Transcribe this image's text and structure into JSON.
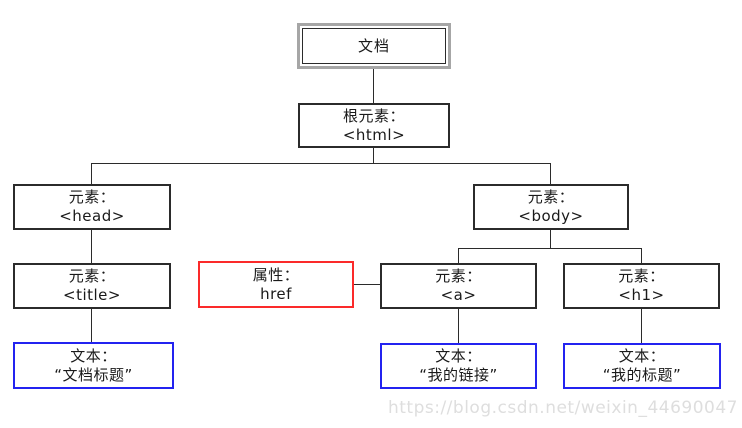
{
  "diagram": {
    "title_hint": "HTML DOM tree",
    "nodes": {
      "document": {
        "line1": "文档"
      },
      "html": {
        "line1": "根元素：",
        "line2": "<html>"
      },
      "head": {
        "line1": "元素：",
        "line2": "<head>"
      },
      "body": {
        "line1": "元素：",
        "line2": "<body>"
      },
      "title": {
        "line1": "元素：",
        "line2": "<title>"
      },
      "href": {
        "line1": "属性：",
        "line2": "href"
      },
      "a": {
        "line1": "元素：",
        "line2": "<a>"
      },
      "h1": {
        "line1": "元素：",
        "line2": "<h1>"
      },
      "text_title": {
        "line1": "文本：",
        "line2": "“文档标题”"
      },
      "text_link": {
        "line1": "文本：",
        "line2": "“我的链接”"
      },
      "text_heading": {
        "line1": "文本：",
        "line2": "“我的标题”"
      }
    },
    "colors": {
      "element_border": "#2b2b2b",
      "text_border": "#2323f0",
      "attribute_border": "#fb2a2a",
      "document_border": "#a6a6a6",
      "line": "#2b2b2b",
      "watermark": "#dedede"
    },
    "watermark": "https://blog.csdn.net/weixin_44690047"
  }
}
